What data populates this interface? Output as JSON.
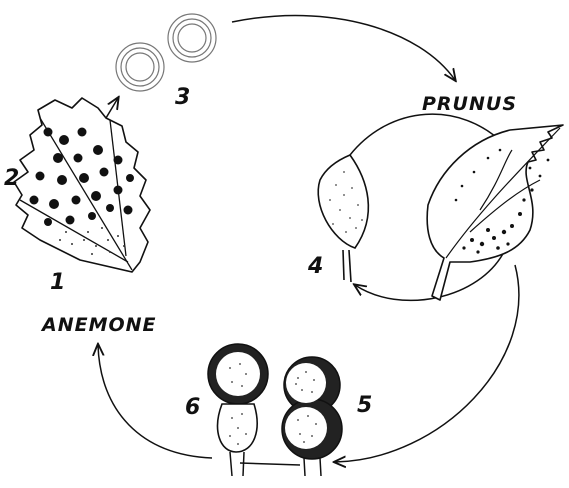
{
  "labels": {
    "anemone": "ANEMONE",
    "prunus": "PRUNUS",
    "n1": "1",
    "n2": "2",
    "n3": "3",
    "n4": "4",
    "n5": "5",
    "n6": "6"
  }
}
